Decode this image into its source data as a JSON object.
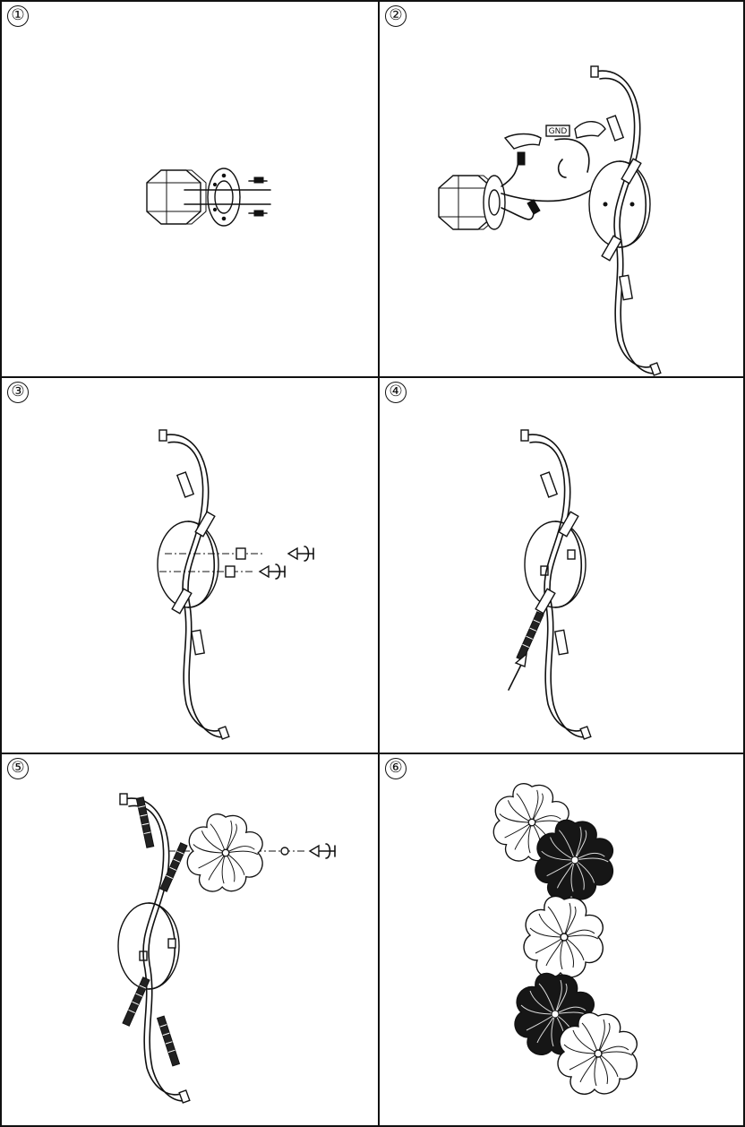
{
  "steps": [
    {
      "number": "①"
    },
    {
      "number": "②",
      "label": "GND"
    },
    {
      "number": "③"
    },
    {
      "number": "④"
    },
    {
      "number": "⑤"
    },
    {
      "number": "⑥"
    }
  ]
}
